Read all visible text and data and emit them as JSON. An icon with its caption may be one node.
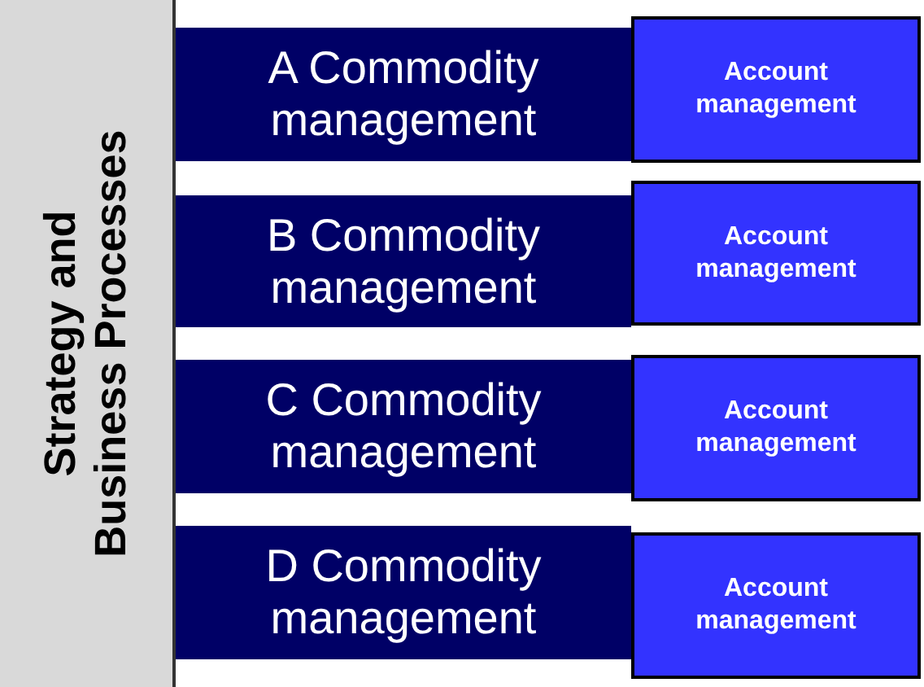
{
  "diagram": {
    "nodes": [
      {
        "text": [
          "Strategy and Business Processes"
        ]
      },
      {
        "text": [
          "A Commodity management"
        ]
      },
      {
        "text": [
          "B Commodity management"
        ]
      },
      {
        "text": [
          "C Commodity management"
        ]
      },
      {
        "text": [
          "D Commodity management"
        ]
      },
      {
        "text": [
          "Account management"
        ]
      },
      {
        "text": [
          "Account management"
        ]
      },
      {
        "text": [
          "Account management"
        ]
      },
      {
        "text": [
          "Account management"
        ]
      }
    ]
  }
}
